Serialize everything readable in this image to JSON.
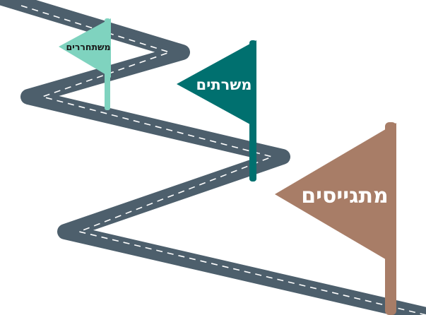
{
  "colors": {
    "road": "#4d5f6c",
    "lane_marking": "#ffffff",
    "flag_small": "#7fd3bf",
    "flag_medium": "#00706f",
    "flag_large": "#a87d67",
    "pole_small": "#7fd3bf",
    "pole_medium": "#00706f",
    "pole_large": "#a87d67"
  },
  "flags": {
    "small": {
      "label": "משתחררים"
    },
    "medium": {
      "label": "משרתים"
    },
    "large": {
      "label": "מתגייסים"
    }
  }
}
